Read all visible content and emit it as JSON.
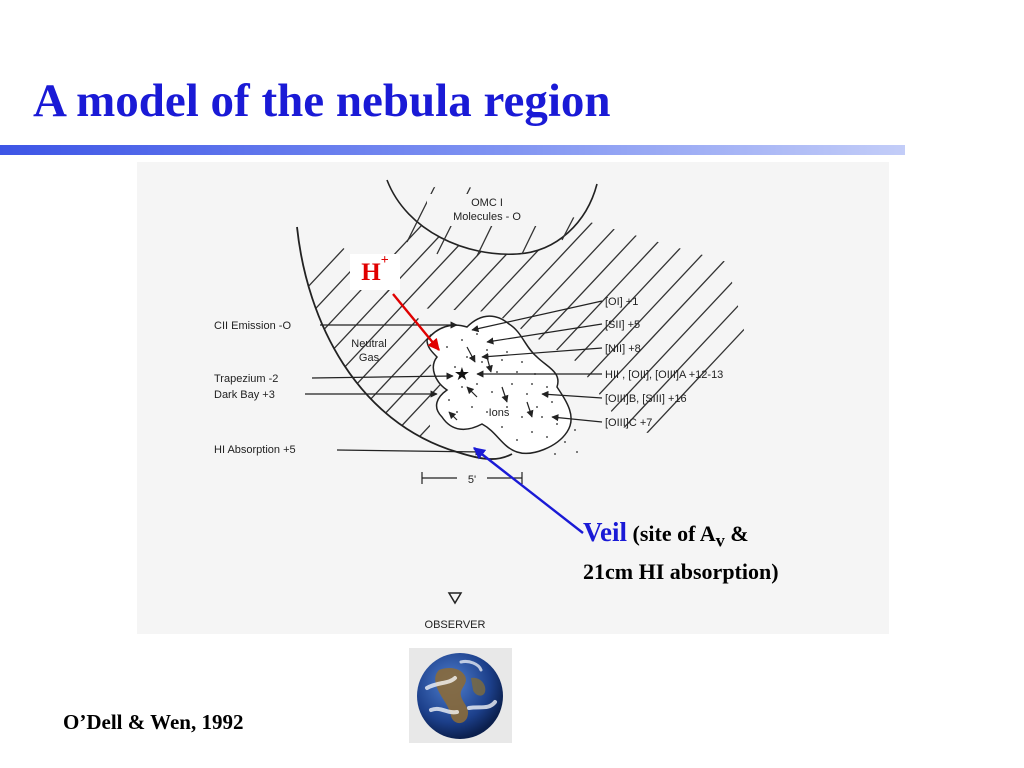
{
  "slide": {
    "title": "A model of the nebula region",
    "citation": "O’Dell & Wen, 1992"
  },
  "diagram": {
    "omc": [
      "OMC I",
      "Molecules - O"
    ],
    "neutral_gas": [
      "Neutral",
      "Gas"
    ],
    "ions": "Ions",
    "observer": "OBSERVER",
    "scale": "5'",
    "left_labels": [
      "CII Emission -O",
      "Trapezium  -2",
      "Dark Bay  +3",
      "HI Absorption +5"
    ],
    "right_labels": [
      "[OI] +1",
      "[SII] +5",
      "[NII] +8",
      "HII , [OII], [OIII]A +12-13",
      "[OIII]B, [SIII] +16",
      "[OIII]C +7"
    ]
  },
  "annotations": {
    "hplus": {
      "base": "H",
      "sup": "+"
    },
    "veil": {
      "word": "Veil",
      "line1_pre": " (site of A",
      "line1_sub": "v",
      "line1_post": " &",
      "line2": "21cm HI absorption)"
    }
  },
  "colors": {
    "title": "#1a1ad6",
    "hplus_arrow": "#e00000",
    "veil_arrow": "#1a1ad6"
  },
  "icons": {
    "earth": "earth-globe-image",
    "observer": "observer-triangle-icon"
  }
}
